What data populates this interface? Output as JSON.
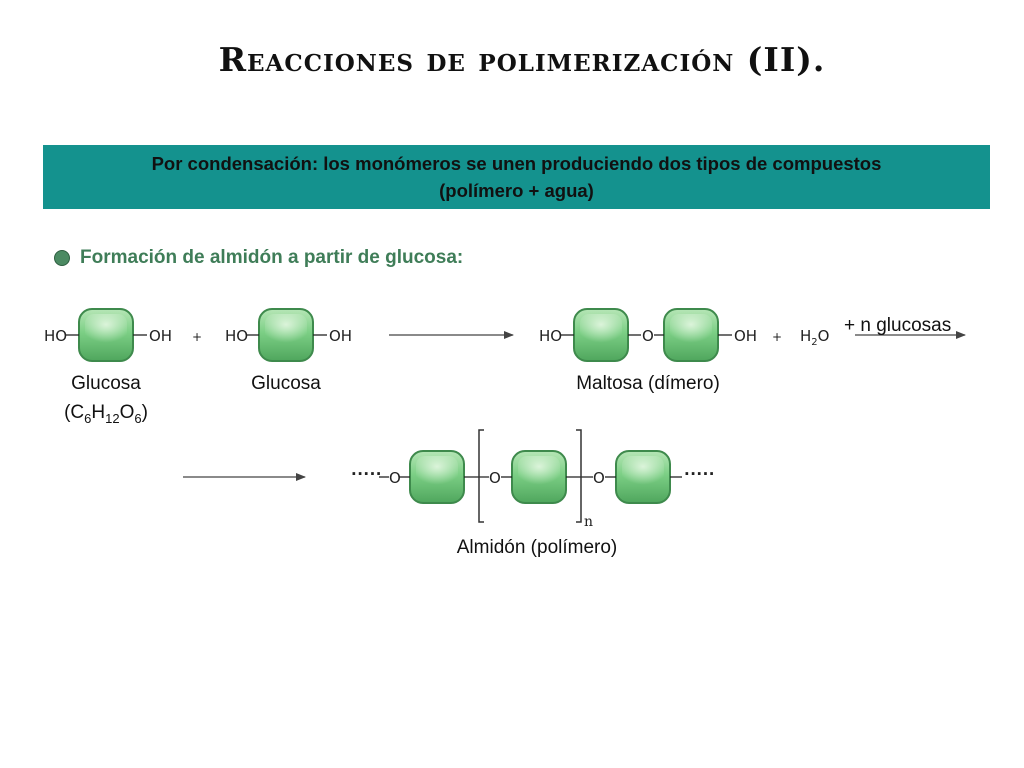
{
  "title": "Reacciones de polimerización (II).",
  "banner": {
    "line1": "Por condensación: los monómeros se unen produciendo dos tipos de compuestos",
    "line2": "(polímero + agua)",
    "bg_color": "#14928e"
  },
  "bullet": {
    "text": "Formación de almidón a partir de glucosa:"
  },
  "reaction": {
    "ho": "HO",
    "oh": "OH",
    "o": "O",
    "plus": "+",
    "h2o": {
      "h": "H",
      "sub": "2",
      "o": "O"
    },
    "plus_n_glucosas": "+ n glucosas",
    "dots": "·····",
    "repeat_n": "n"
  },
  "labels": {
    "glucosa_1": "Glucosa",
    "formula": {
      "open": "(C",
      "s1": "6",
      "h": "H",
      "s2": "12",
      "o": "O",
      "s3": "6",
      "close": ")"
    },
    "glucosa_2": "Glucosa",
    "maltosa": "Maltosa (dímero)",
    "almidon": "Almidón (polímero)"
  },
  "colors": {
    "monomer_fill": "#6cc47a",
    "monomer_edge": "#3e8a4c",
    "bullet_text": "#3f7d58"
  }
}
